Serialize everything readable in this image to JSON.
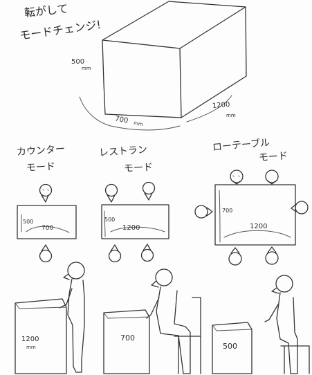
{
  "header": {
    "line1": "転がして",
    "line2": "モードチェンジ!"
  },
  "cube": {
    "height_value": "500",
    "height_unit": "mm",
    "depth_value": "1200",
    "depth_unit": "mm",
    "width_value": "700",
    "width_unit": "mm"
  },
  "modes": {
    "counter": {
      "title_line1": "カウンター",
      "title_line2": "モード",
      "table_left_dim": "500",
      "table_bottom_dim": "700",
      "side_height_value": "1200",
      "side_height_unit": "mm"
    },
    "restaurant": {
      "title_line1": "レストラン",
      "title_line2": "モード",
      "table_left_dim": "500",
      "table_bottom_dim": "1200",
      "side_height_value": "700"
    },
    "low_table": {
      "title_line1": "ローテーブル",
      "title_line2": "モード",
      "table_left_dim": "700",
      "table_bottom_dim": "1200",
      "side_height_value": "500"
    }
  }
}
